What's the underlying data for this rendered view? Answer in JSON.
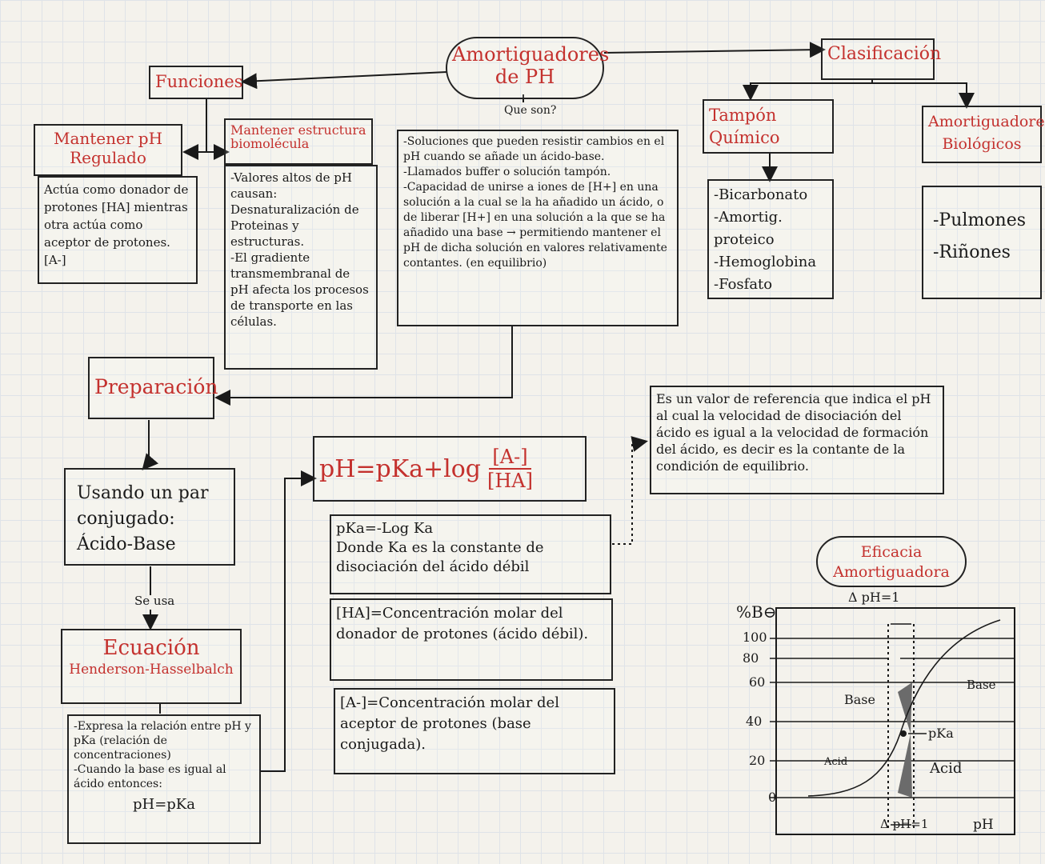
{
  "root": {
    "title": "Amortiguadores\nde PH",
    "question": "Que son?"
  },
  "definition": {
    "text": "-Soluciones que pueden resistir cambios en el pH cuando se añade un ácido-base.\n-Llamados buffer o solución tampón.\n-Capacidad de unirse a iones de [H+] en una solución a la cual se la ha añadido un ácido, o de liberar [H+] en una solución a la que se ha añadido una base → permitiendo mantener el pH de dicha solución en valores relativamente contantes. (en equilibrio)"
  },
  "funciones": {
    "title": "Funciones",
    "f1": {
      "title": "Mantener pH Regulado",
      "text": "Actúa como donador de protones [HA] mientras otra actúa como aceptor de protones. [A-]"
    },
    "f2": {
      "title": "Mantener estructura biomolécula",
      "text": "-Valores altos de pH causan:\nDesnaturalización de Proteinas y estructuras.\n-El gradiente transmembranal de pH afecta los procesos de transporte en las células."
    }
  },
  "clasificacion": {
    "title": "Clasificación",
    "quimico": {
      "title": "Tampón Químico",
      "items": [
        "-Bicarbonato",
        "-Amortig. proteico",
        "-Hemoglobina",
        "-Fosfato"
      ]
    },
    "biologicos": {
      "title": "Amortiguadores Biológicos",
      "items": [
        "-Pulmones",
        "-Riñones"
      ]
    }
  },
  "preparacion": {
    "title": "Preparación",
    "par": "Usando un par conjugado:\nÁcido-Base",
    "usa": "Se usa"
  },
  "ecuacion": {
    "title": "Ecuación",
    "subtitle": "Henderson-Hasselbalch",
    "text": "-Expresa la relación entre pH y pKa (relación de concentraciones)\n-Cuando la base es igual al ácido entonces:",
    "result": "pH=pKa"
  },
  "formula": {
    "lhs": "pH=pKa+log",
    "num": "[A-]",
    "den": "[HA]"
  },
  "pka": {
    "text": "pKa=-Log Ka\nDonde Ka es la constante de disociación del ácido débil"
  },
  "ha": {
    "text": "[HA]=Concentración molar del donador de protones (ácido débil)."
  },
  "a": {
    "text": "[A-]=Concentración molar del aceptor de protones (base conjugada)."
  },
  "pka_note": {
    "text": "Es un valor de referencia que indica el pH al cual la velocidad de disociación del ácido es igual a la velocidad de formación del ácido, es decir es la contante de la condición de equilibrio."
  },
  "eficacia": {
    "title": "Eficacia Amortiguadora",
    "delta_top": "Δ pH=1",
    "delta_bottom": "Δ pH=1",
    "ylabel": "%B⊖",
    "xlabel": "pH",
    "ticks": [
      "100",
      "80",
      "60",
      "40",
      "20",
      "0"
    ],
    "lbl_base_l": "Base",
    "lbl_base_r": "Base",
    "lbl_pka": "pKa",
    "lbl_acid_l": "Acid",
    "lbl_acid_r": "Acid"
  },
  "colors": {
    "accent": "#c4312e",
    "ink": "#1a1a1a",
    "paper": "#f4f2ec",
    "shade": "#6b6b6b"
  }
}
